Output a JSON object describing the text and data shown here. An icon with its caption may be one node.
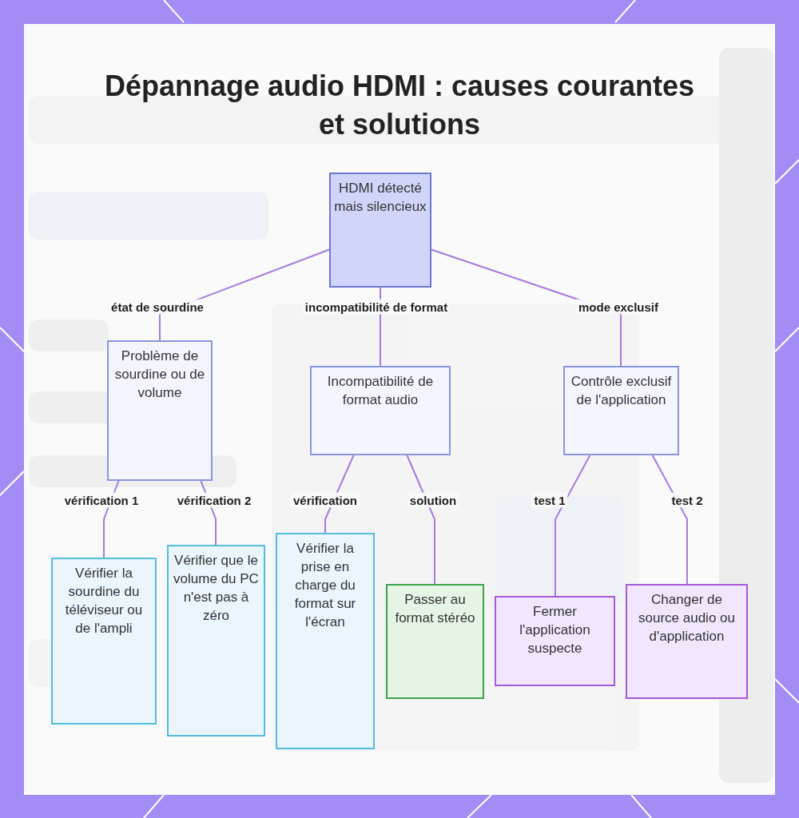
{
  "diagram": {
    "title": "Dépannage audio HDMI : causes courantes et solutions",
    "nodes": [
      {
        "text": [
          "HDMI détecté mais silencieux"
        ]
      },
      {
        "text": [
          "Problème de sourdine ou de volume"
        ]
      },
      {
        "text": [
          "Incompatibilité de format audio"
        ]
      },
      {
        "text": [
          "Contrôle exclusif de l'application"
        ]
      },
      {
        "text": [
          "Vérifier la sourdine du téléviseur ou de l'ampli"
        ]
      },
      {
        "text": [
          "Vérifier que le volume du PC n'est pas à zéro"
        ]
      },
      {
        "text": [
          "Vérifier la prise en charge du format sur l'écran"
        ]
      },
      {
        "text": [
          "Passer au format stéréo"
        ]
      },
      {
        "text": [
          "Fermer l'application suspecte"
        ]
      },
      {
        "text": [
          "Changer de source audio ou d'application"
        ]
      }
    ],
    "edges": [
      {
        "from": 0,
        "to": 1,
        "arrow": "none",
        "label": "état de sourdine"
      },
      {
        "from": 0,
        "to": 2,
        "arrow": "none",
        "label": "incompatibilité de format"
      },
      {
        "from": 0,
        "to": 3,
        "arrow": "none",
        "label": "mode exclusif"
      },
      {
        "from": 1,
        "to": 4,
        "arrow": "none",
        "label": "vérification 1"
      },
      {
        "from": 1,
        "to": 5,
        "arrow": "none",
        "label": "vérification 2"
      },
      {
        "from": 2,
        "to": 6,
        "arrow": "none",
        "label": "vérification"
      },
      {
        "from": 2,
        "to": 7,
        "arrow": "none",
        "label": "solution"
      },
      {
        "from": 3,
        "to": 8,
        "arrow": "none",
        "label": "test 1"
      },
      {
        "from": 3,
        "to": 9,
        "arrow": "none",
        "label": "test 2"
      }
    ]
  }
}
